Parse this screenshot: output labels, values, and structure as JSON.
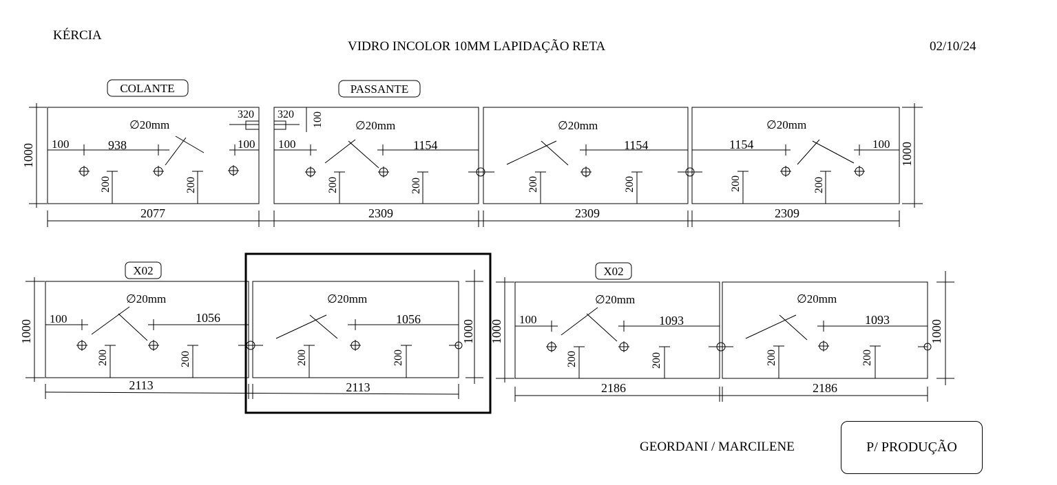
{
  "header": {
    "client": "KÉRCIA",
    "material": "VIDRO INCOLOR 10MM LAPIDAÇÃO RETA",
    "date": "02/10/24"
  },
  "footer": {
    "names": "GEORDANI / MARCILENE",
    "stamp": "P/ PRODUÇÃO"
  },
  "row1": {
    "height": "1000",
    "tag_colante": "COLANTE",
    "tag_passante": "PASSANTE",
    "hole": "∅20mm",
    "panels": [
      {
        "width": "2077",
        "left_off": "100",
        "spacing": "938",
        "right_off": "100",
        "vert": "200",
        "corner": "320"
      },
      {
        "width": "2309",
        "left_off": "100",
        "spacing": "1154",
        "vert": "200",
        "corner_a": "320",
        "corner_b": "100"
      },
      {
        "width": "2309",
        "spacing": "1154",
        "vert": "200"
      },
      {
        "width": "2309",
        "spacing": "1154",
        "right_off": "100",
        "vert": "200"
      }
    ]
  },
  "row2": {
    "height": "1000",
    "tag_x02": "X02",
    "hole": "∅20mm",
    "panels": [
      {
        "width": "2113",
        "left_off": "100",
        "spacing": "1056",
        "vert": "200"
      },
      {
        "width": "2113",
        "spacing": "1056",
        "vert": "200"
      },
      {
        "width": "2186",
        "left_off": "100",
        "spacing": "1093",
        "vert": "200"
      },
      {
        "width": "2186",
        "spacing": "1093",
        "vert": "200"
      }
    ]
  }
}
